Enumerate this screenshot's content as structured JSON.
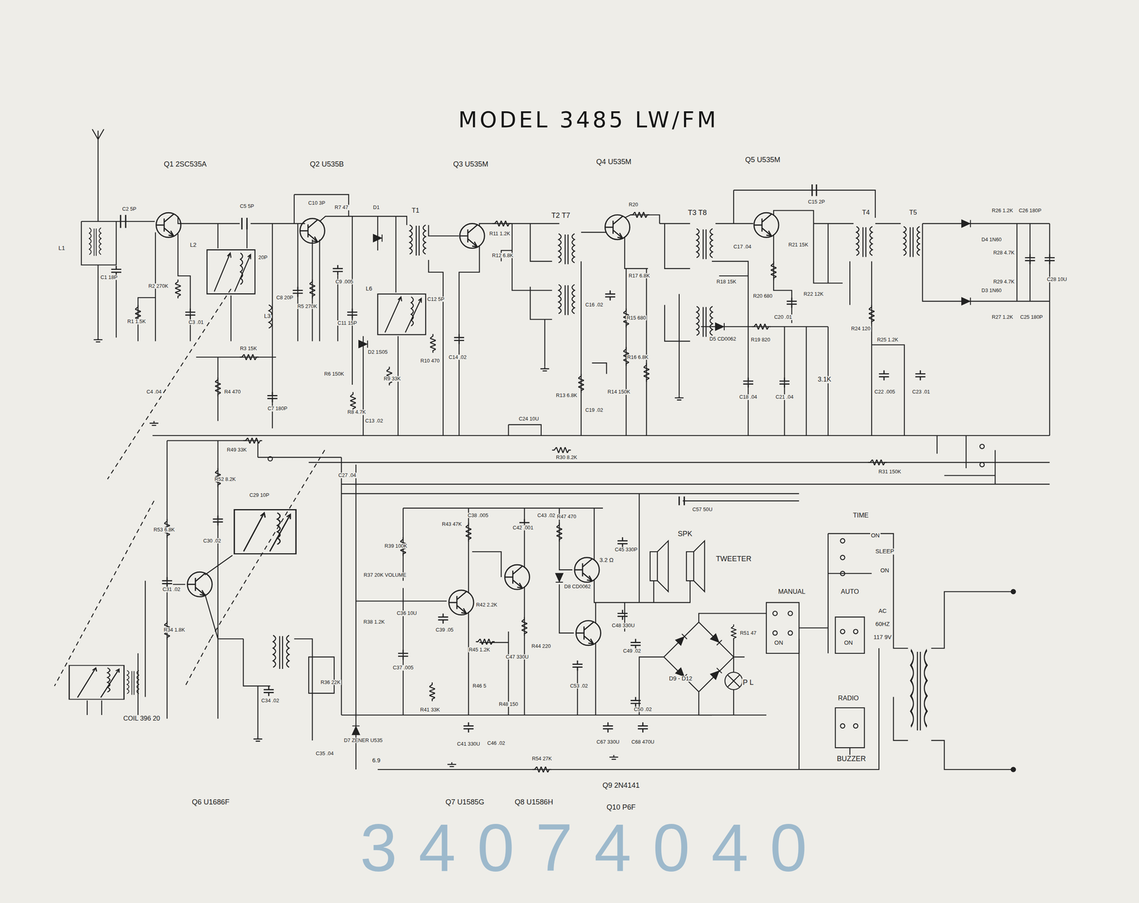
{
  "diagram": {
    "title": "MODEL 3485 LW/FM",
    "labels": [
      "Q1 2SC535A",
      "Q2 U535B",
      "Q3 U535M",
      "Q4 U535M",
      "Q5 U535M",
      "L1",
      "C2 5P",
      "C1 18P",
      "R1 1.5K",
      "R2 270K",
      "C3 .01",
      "L2",
      "C5 5P",
      "20P",
      "L3",
      "C8 20P",
      "R3 15K",
      "R4 470",
      "C4 .04",
      "C7 180P",
      "C10 3P",
      "R7 47",
      "R5 270K",
      "C9 .005",
      "C11 15P",
      "D1",
      "T1",
      "D2 1S05",
      "L6",
      "C12 5P",
      "R6 150K",
      "R8 4.7K",
      "C13 .02",
      "R9 33K",
      "R10 470",
      "C14 .02",
      "R11 1.2K",
      "R12 6.8K",
      "T2 T7",
      "C16 .02",
      "C24 10U",
      "R13 6.8K",
      "C19 .02",
      "R14 150K",
      "R20",
      "R17 6.8K",
      "R15 680",
      "R16 6.8K",
      "T3 T8",
      "C17 .04",
      "R18 15K",
      "R20 680",
      "R21 15K",
      "C20 .01",
      "C15 2P",
      "D5 CD0062",
      "R19 820",
      "C18 .04",
      "C21 .04",
      "3.1K",
      "T4",
      "T5",
      "R22 12K",
      "R24 120",
      "R25 1.2K",
      "C22 .005",
      "C23 .01",
      "R26 1.2K",
      "C26 180P",
      "D4 1N60",
      "R28 4.7K",
      "D3 1N60",
      "R29 4.7K",
      "R27 1.2K",
      "C25 180P",
      "C28 10U",
      "R30 8.2K",
      "R31 150K",
      "R49 33K",
      "R52 8.2K",
      "R53 6.8K",
      "C27 .04",
      "C57 50U",
      "C29 10P",
      "C30 .02",
      "C31 .02",
      "R34 1.8K",
      "C34 .02",
      "R36 22K",
      "C35 .04",
      "D7 ZENER U535",
      "6.9",
      "COIL 396 20",
      "R39 100K",
      "R37 20K VOLUME",
      "R38 1.2K",
      "C36 10U",
      "C37 .005",
      "C39 .05",
      "R41 33K",
      "R43 47K",
      "C38 .005",
      "C42 .001",
      "C43 .02",
      "R47 470",
      "R42 2.2K",
      "C45 330P",
      "3.2 Ω",
      "D8 CD0062",
      "R44 220",
      "C47 330U",
      "R45 1.2K",
      "R46 5",
      "R48 150",
      "C53 .02",
      "C48 330U",
      "C41 330U",
      "C46 .02",
      "R54 27K",
      "C67 330U",
      "C68 470U",
      "C49 .02",
      "C50 .02",
      "D9 - D12",
      "R51 47",
      "P L",
      "SPK",
      "TWEETER",
      "TIME",
      "ON",
      "SLEEP",
      "ON",
      "MANUAL",
      "AUTO",
      "AC",
      "60HZ",
      "117 9V",
      "ON",
      "ON",
      "RADIO",
      "BUZZER",
      "Q6 U1686F",
      "Q7 U1585G",
      "Q8 U1586H",
      "Q9 2N4141",
      "Q10 P6F",
      "34074040"
    ]
  }
}
